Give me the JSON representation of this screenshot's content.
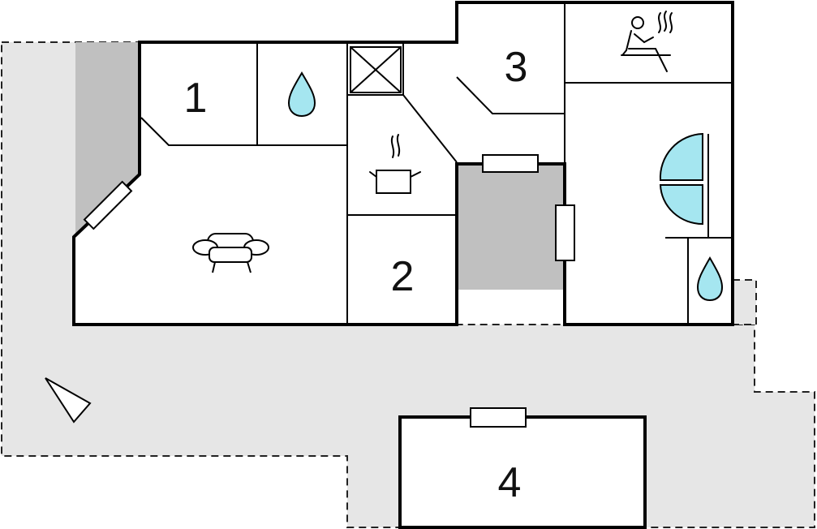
{
  "rooms": {
    "room1": "1",
    "room2": "2",
    "room3": "3",
    "room4": "4"
  },
  "colors": {
    "terrace": "#e6e6e6",
    "shaded": "#c0c0c0",
    "wall": "#000000",
    "water": "#a5e6f0"
  },
  "icons": [
    "bathroom-drop-icon",
    "sauna-icon",
    "shower-icon",
    "kitchen-pot-icon",
    "sofa-icon",
    "chimney-cross-icon",
    "north-arrow-icon"
  ]
}
